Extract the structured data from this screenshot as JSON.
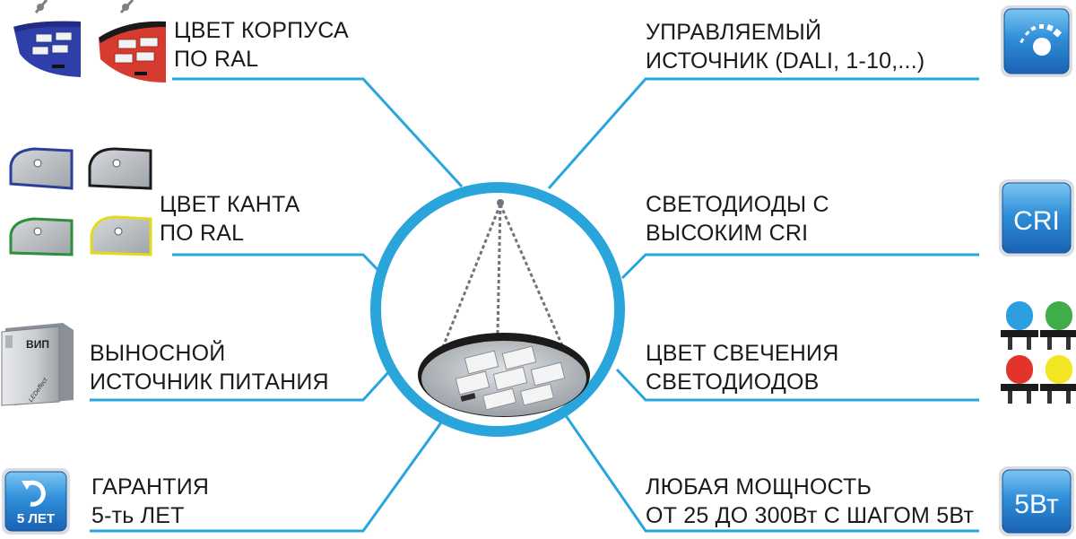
{
  "colors": {
    "line": "#27a6dd",
    "ring": "#2aa5dc",
    "icon_blue": "#2b86cf",
    "led_blue": "#2b9fe0",
    "led_green": "#3fae48",
    "led_red": "#e2342b",
    "led_yellow": "#f2e522",
    "housing_blue": "#2f3ea8",
    "housing_red": "#d63b30",
    "edge_blue": "#2a3f9a",
    "edge_black": "#1b1b1b",
    "edge_green": "#2c8f3a",
    "edge_yellow": "#e6d91c"
  },
  "features": {
    "housing_color": {
      "line1": "ЦВЕТ КОРПУСА",
      "line2": "ПО RAL"
    },
    "edge_color": {
      "line1": "ЦВЕТ КАНТА",
      "line2": "ПО RAL"
    },
    "remote_driver": {
      "line1": "ВЫНОСНОЙ",
      "line2": "ИСТОЧНИК ПИТАНИЯ"
    },
    "warranty": {
      "line1": "ГАРАНТИЯ",
      "line2": "5-ть ЛЕТ"
    },
    "dimmable": {
      "line1": "УПРАВЛЯЕМЫЙ",
      "line2": "ИСТОЧНИК (DALI, 1-10,...)"
    },
    "high_cri": {
      "line1": "СВЕТОДИОДЫ С",
      "line2": "ВЫСОКИМ CRI"
    },
    "led_color": {
      "line1": "ЦВЕТ СВЕЧЕНИЯ",
      "line2": "СВЕТОДИОДОВ"
    },
    "power": {
      "line1": "ЛЮБАЯ МОЩНОСТЬ",
      "line2": "ОТ 25 ДО 300Вт С ШАГОМ 5Вт"
    }
  },
  "icons": {
    "warranty_badge": "5 ЛЕТ",
    "cri_badge": "CRI",
    "power_badge": "5Вт",
    "cabinet_label": "ВИП",
    "cabinet_brand": "LEDeffect"
  }
}
